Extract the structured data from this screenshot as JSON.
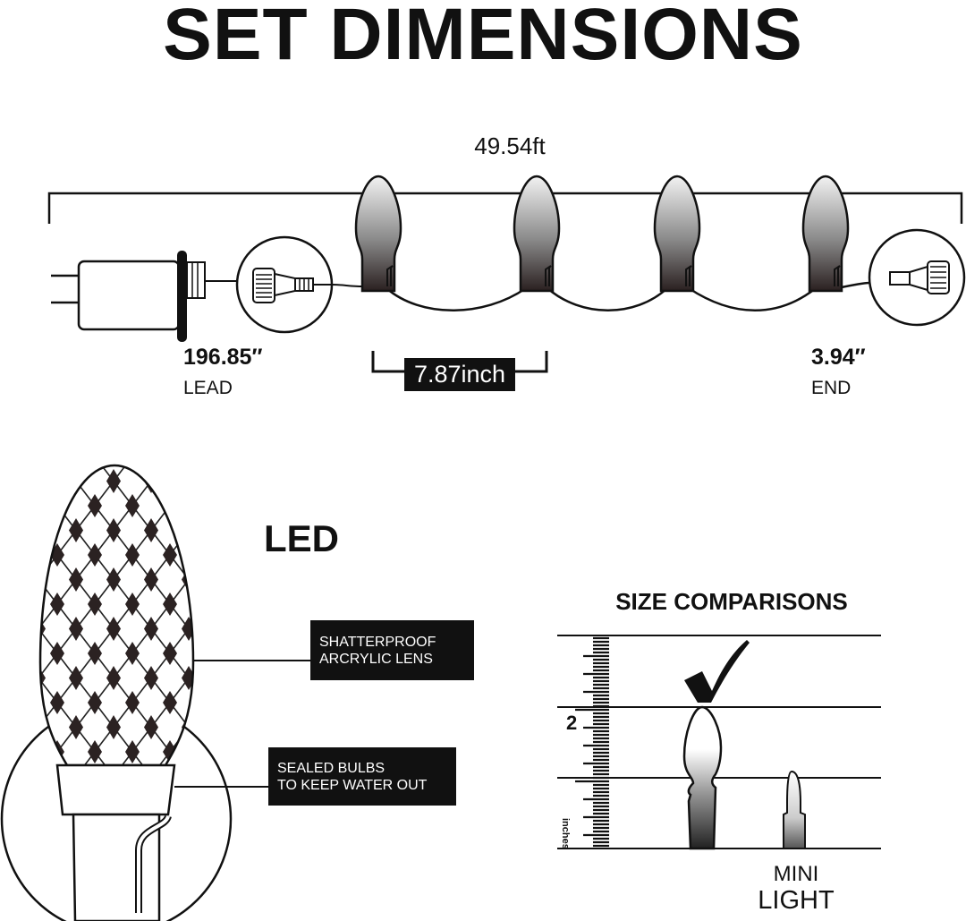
{
  "title": "SET DIMENSIONS",
  "string_diagram": {
    "total_length": "49.54ft",
    "lead_value": "196.85″",
    "lead_label": "LEAD",
    "bulb_spacing": "7.87inch",
    "end_value": "3.94″",
    "end_label": "END"
  },
  "bulb_detail": {
    "type_label": "LED",
    "callouts": [
      {
        "line1": "SHATTERPROOF",
        "line2": "ARCRYLIC LENS"
      },
      {
        "line1": "SEALED BULBS",
        "line2": "TO KEEP WATER OUT"
      }
    ]
  },
  "size_comparison": {
    "title": "SIZE COMPARISONS",
    "ruler_mark": "2",
    "ruler_unit": "inches",
    "comparison_line1": "MINI",
    "comparison_line2": "LIGHT"
  }
}
